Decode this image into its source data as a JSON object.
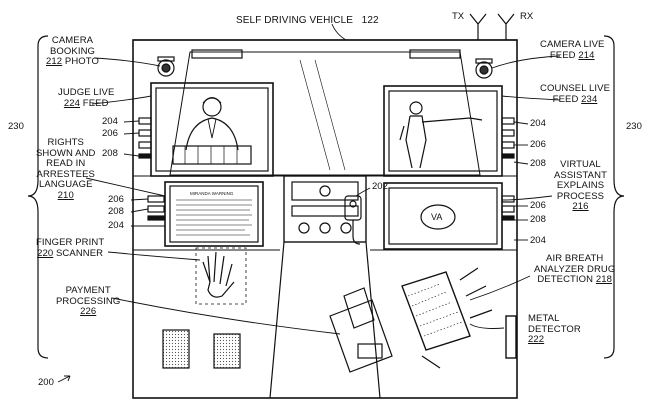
{
  "title": {
    "text": "SELF DRIVING VEHICLE",
    "ref": "122"
  },
  "antenna": {
    "tx": "TX",
    "rx": "RX"
  },
  "system_ref": "200",
  "bracket_ref": "230",
  "components": {
    "camera_booking": {
      "l1": "CAMERA",
      "l2": "BOOKING",
      "ref": "212",
      "tail": "PHOTO"
    },
    "camera_live": {
      "l1": "CAMERA LIVE",
      "l2": "FEED",
      "ref": "214"
    },
    "judge_live": {
      "l1": "JUDGE LIVE",
      "ref": "224",
      "tail": "FEED"
    },
    "counsel_live": {
      "l1": "COUNSEL LIVE",
      "l2": "FEED",
      "ref": "234"
    },
    "rights": {
      "l1": "RIGHTS",
      "l2": "SHOWN AND",
      "l3": "READ IN",
      "l4": "ARRESTEES",
      "l5": "LANGUAGE",
      "ref": "210"
    },
    "virtual_assistant": {
      "l1": "VIRTUAL",
      "l2": "ASSISTANT",
      "l3": "EXPLAINS",
      "l4": "PROCESS",
      "ref": "216"
    },
    "fingerprint": {
      "l1": "FINGER PRINT",
      "ref": "220",
      "tail": "SCANNER"
    },
    "payment": {
      "l1": "PAYMENT",
      "l2": "PROCESSING",
      "ref": "226"
    },
    "air_breath": {
      "l1": "AIR BREATH",
      "l2": "ANALYZER DRUG",
      "l3": "DETECTION",
      "ref": "218"
    },
    "metal_detector": {
      "l1": "METAL",
      "l2": "DETECTOR",
      "ref": "222"
    },
    "radio_ref": "202",
    "va_text": "VA",
    "miranda_title": "MIRANDA WARNING"
  },
  "screen_refs": {
    "r204": "204",
    "r206": "206",
    "r208": "208"
  }
}
